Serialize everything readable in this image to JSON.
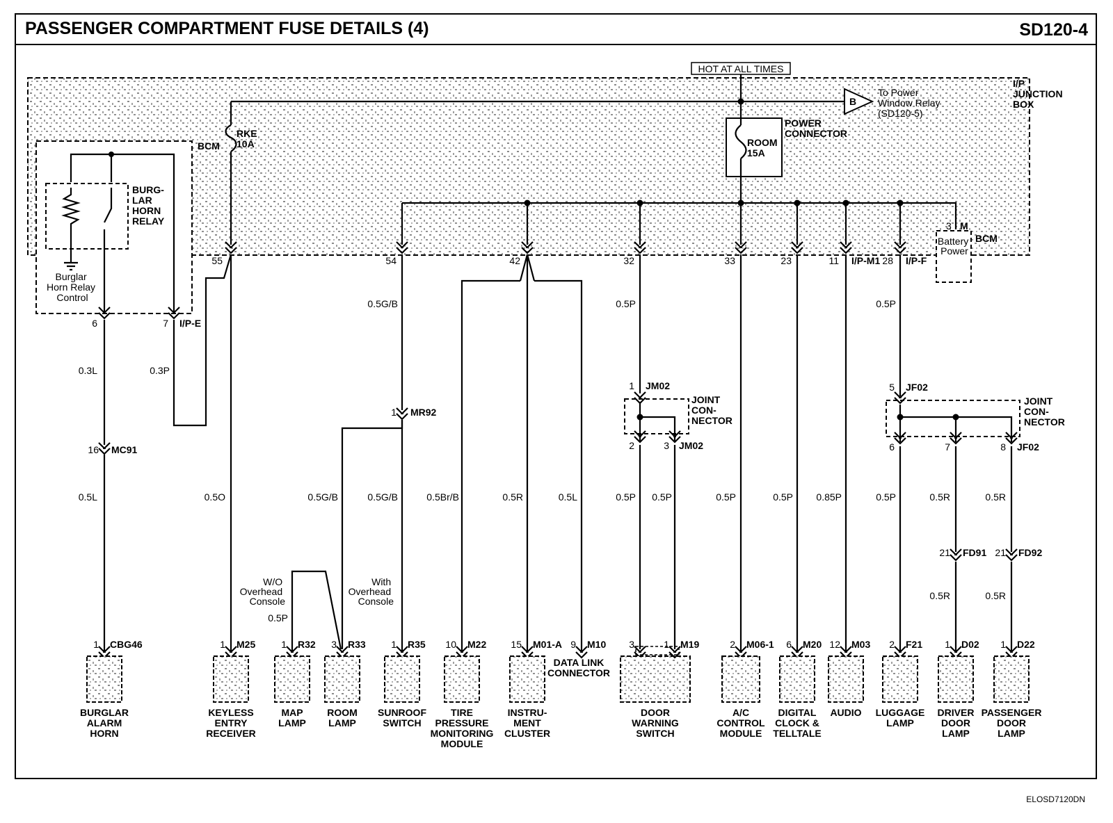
{
  "header": {
    "title": "PASSENGER COMPARTMENT FUSE DETAILS (4)",
    "code": "SD120-4"
  },
  "hot_label": "HOT AT ALL TIMES",
  "ip_junction_box": [
    "I/P",
    "JUNCTION",
    "BOX"
  ],
  "power_window": [
    "To Power",
    "Window Relay",
    "(SD120-5)"
  ],
  "power_window_ref": "B",
  "power_connector": [
    "POWER",
    "CONNECTOR"
  ],
  "room_fuse": [
    "ROOM",
    "15A"
  ],
  "rke_fuse": [
    "RKE",
    "10A"
  ],
  "bcm": "BCM",
  "burglar_relay": [
    "BURG-",
    "LAR",
    "HORN",
    "RELAY"
  ],
  "relay_control": [
    "Burglar",
    "Horn Relay",
    "Control"
  ],
  "battery_power": [
    "Battery",
    "Power"
  ],
  "battery_pin": "3",
  "battery_conn": "M",
  "bcm2": "BCM",
  "pins_top": [
    "55",
    "54",
    "42",
    "32",
    "33",
    "23",
    "11",
    "28"
  ],
  "conn_ipm1": "I/P-M1",
  "conn_ipf": "I/P-F",
  "pins_left": [
    "6",
    "7"
  ],
  "conn_ipe": "I/P-E",
  "wires": {
    "w1": "0.3L",
    "w2": "0.3P",
    "w3": "0.5L",
    "w4": "0.5O",
    "w5": "0.5G/B",
    "w6": "0.5G/B",
    "w7": "0.5G/B",
    "w8": "0.5Br/B",
    "w9": "0.5R",
    "w10": "0.5L",
    "w11": "0.5P",
    "w12": "0.5P",
    "w13": "0.5P",
    "w14": "0.5P",
    "w15": "0.5P",
    "w16": "0.85P",
    "w17": "0.5P",
    "w18": "0.5P",
    "w19": "0.5R",
    "w20": "0.5R",
    "w21": "0.5R",
    "w22": "0.5R",
    "w23": "0.5P"
  },
  "connectors": {
    "mc91_pin": "16",
    "mc91": "MC91",
    "mr92_pin": "1",
    "mr92": "MR92",
    "jm02_top_pin": "1",
    "jm02": "JM02",
    "jm02_a": "2",
    "jm02_b": "3",
    "jm02_b_name": "JM02",
    "jf02_top_pin": "5",
    "jf02": "JF02",
    "jf02_a": "6",
    "jf02_b": "7",
    "jf02_c": "8",
    "jf02_c_name": "JF02",
    "fd91_pin": "21",
    "fd91": "FD91",
    "fd92_pin": "21",
    "fd92": "FD92",
    "joint": [
      "JOINT",
      "CON-",
      "NECTOR"
    ]
  },
  "options": {
    "wo_overhead": [
      "W/O",
      "Overhead",
      "Console"
    ],
    "with_overhead": [
      "With",
      "Overhead",
      "Console"
    ]
  },
  "components": [
    {
      "pin": "1",
      "conn": "CBG46",
      "lines": [
        "BURGLAR",
        "ALARM",
        "HORN"
      ]
    },
    {
      "pin": "1",
      "conn": "M25",
      "lines": [
        "KEYLESS",
        "ENTRY",
        "RECEIVER"
      ]
    },
    {
      "pin": "1",
      "conn": "R32",
      "lines": [
        "MAP",
        "LAMP"
      ]
    },
    {
      "pin": "3",
      "conn": "R33",
      "lines": [
        "ROOM",
        "LAMP"
      ]
    },
    {
      "pin": "1",
      "conn": "R35",
      "lines": [
        "SUNROOF",
        "SWITCH"
      ]
    },
    {
      "pin": "10",
      "conn": "M22",
      "lines": [
        "TIRE",
        "PRESSURE",
        "MONITORING",
        "MODULE"
      ]
    },
    {
      "pin": "15",
      "conn": "M01-A",
      "lines": [
        "INSTRU-",
        "MENT",
        "CLUSTER"
      ]
    },
    {
      "pin": "9",
      "conn": "M10",
      "lines": [
        "DATA LINK",
        "CONNECTOR"
      ]
    },
    {
      "pin": "3",
      "conn": "",
      "lines": [
        "DOOR",
        "WARNING",
        "SWITCH"
      ]
    },
    {
      "pin": "1",
      "conn": "M19",
      "lines": []
    },
    {
      "pin": "2",
      "conn": "M06-1",
      "lines": [
        "A/C",
        "CONTROL",
        "MODULE"
      ]
    },
    {
      "pin": "6",
      "conn": "M20",
      "lines": [
        "DIGITAL",
        "CLOCK &",
        "TELLTALE"
      ]
    },
    {
      "pin": "12",
      "conn": "M03",
      "lines": [
        "AUDIO"
      ]
    },
    {
      "pin": "2",
      "conn": "F21",
      "lines": [
        "LUGGAGE",
        "LAMP"
      ]
    },
    {
      "pin": "1",
      "conn": "D02",
      "lines": [
        "DRIVER",
        "DOOR",
        "LAMP"
      ]
    },
    {
      "pin": "1",
      "conn": "D22",
      "lines": [
        "PASSENGER",
        "DOOR",
        "LAMP"
      ]
    }
  ],
  "footer_code": "ELOSD7120DN"
}
